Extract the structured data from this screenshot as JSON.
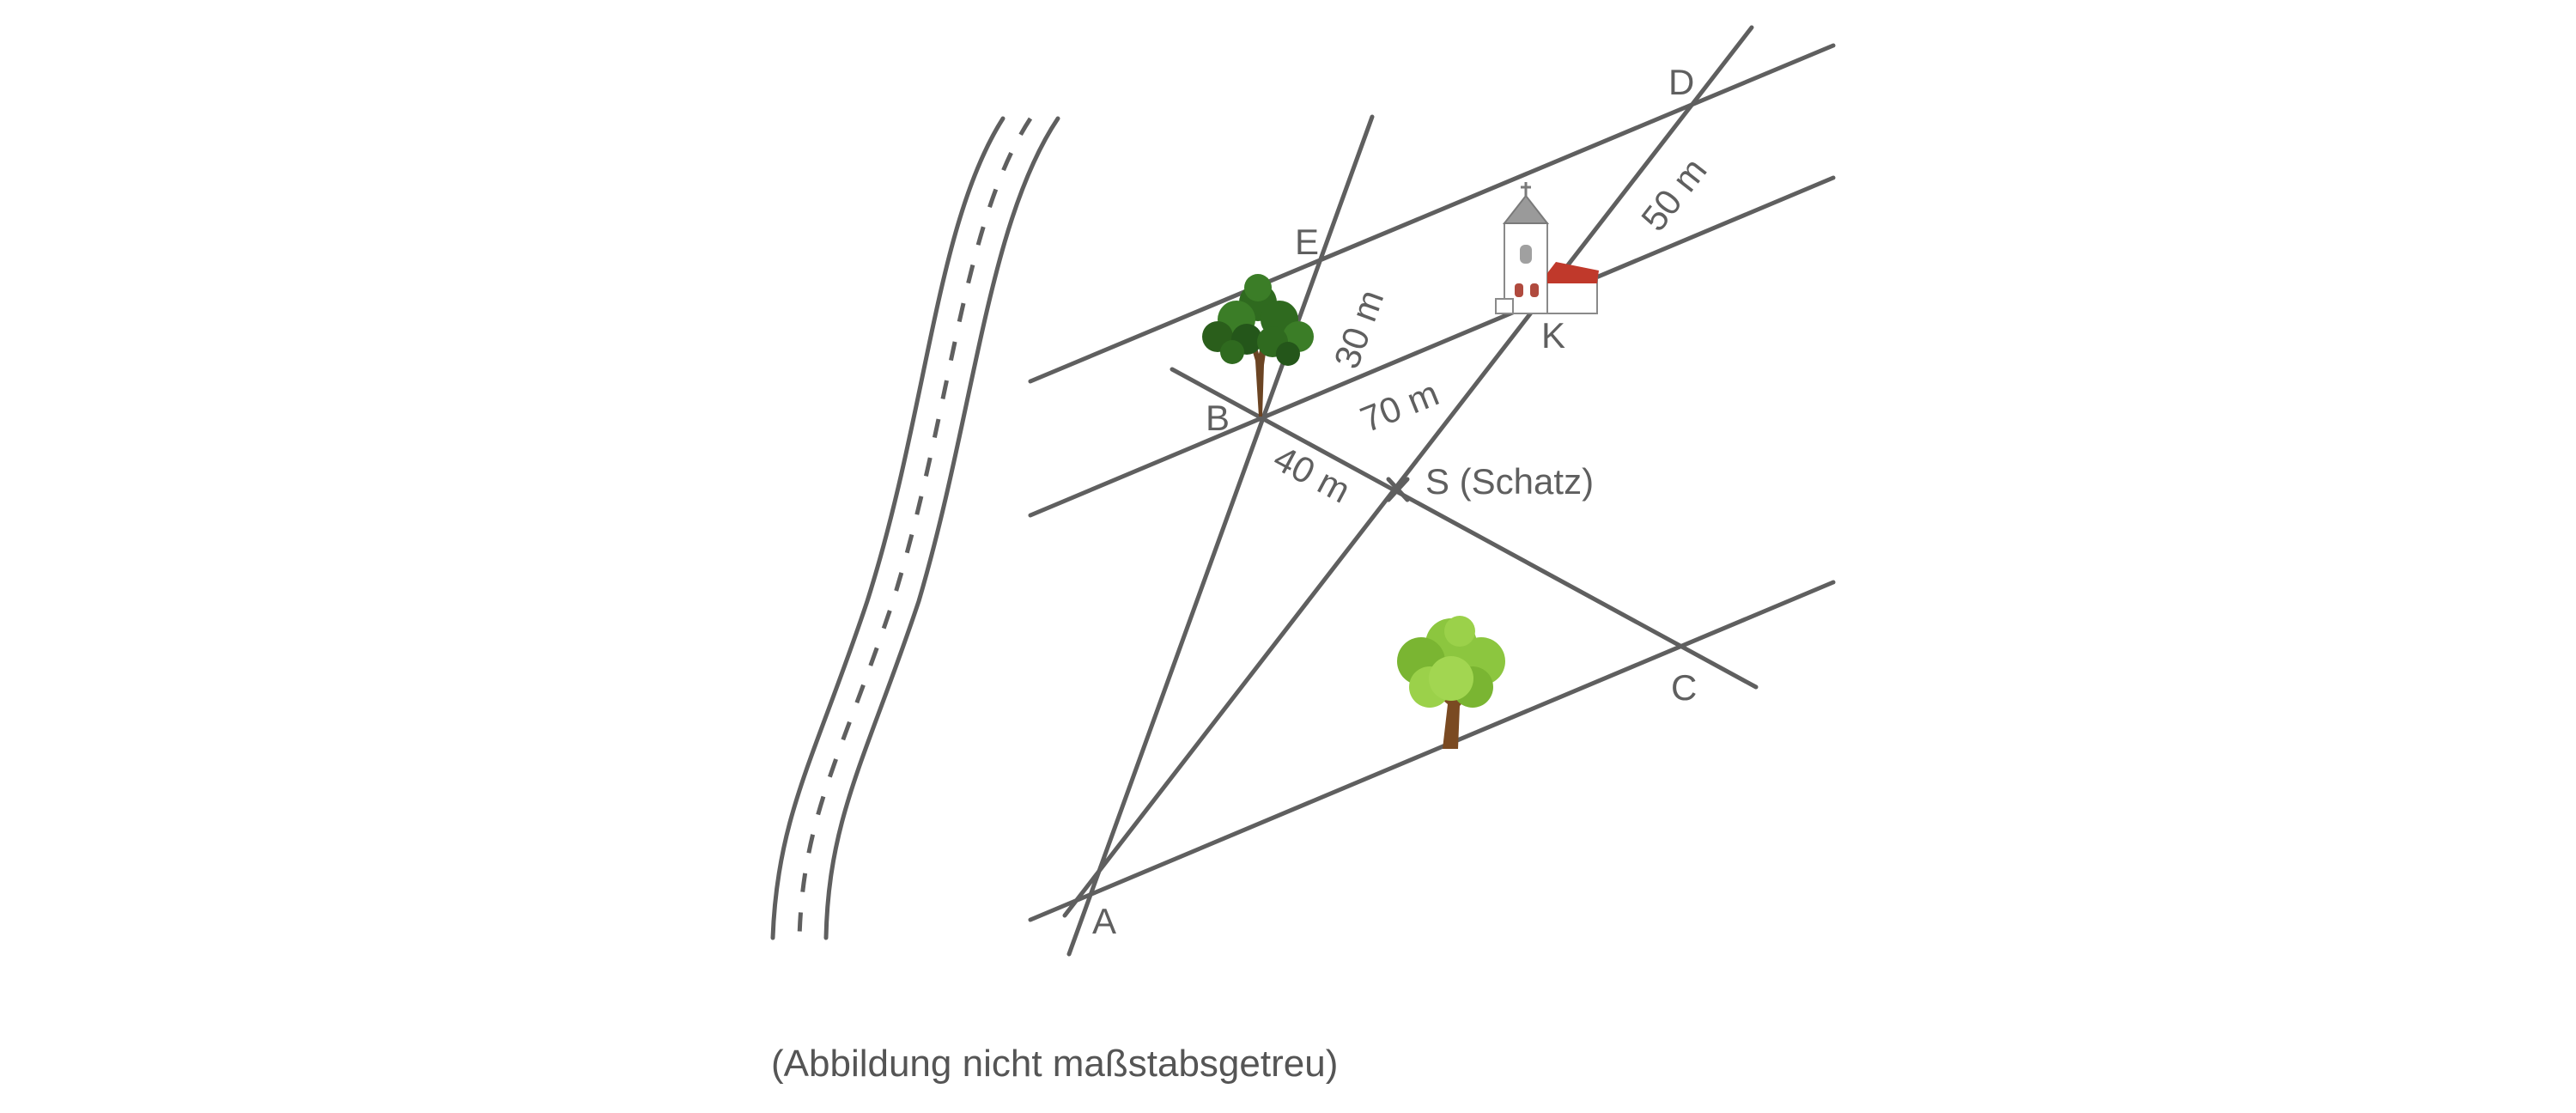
{
  "points": {
    "A": "A",
    "B": "B",
    "C": "C",
    "D": "D",
    "E": "E",
    "K": "K",
    "S": "S (Schatz)"
  },
  "distances": {
    "EB": "30 m",
    "BK": "70 m",
    "BS": "40 m",
    "KD": "50 m"
  },
  "caption": "(Abbildung nicht maßstabsgetreu)",
  "icons": {
    "river": "road-icon",
    "tree_small": "pine-tree-icon",
    "tree_large": "deciduous-tree-icon",
    "church": "church-icon"
  },
  "colors": {
    "lines": "#5f5f5f",
    "tree_dark": "#2f6a1f",
    "tree_light": "#8cc63f",
    "trunk": "#7a4a22",
    "church_roof": "#c0392b"
  }
}
